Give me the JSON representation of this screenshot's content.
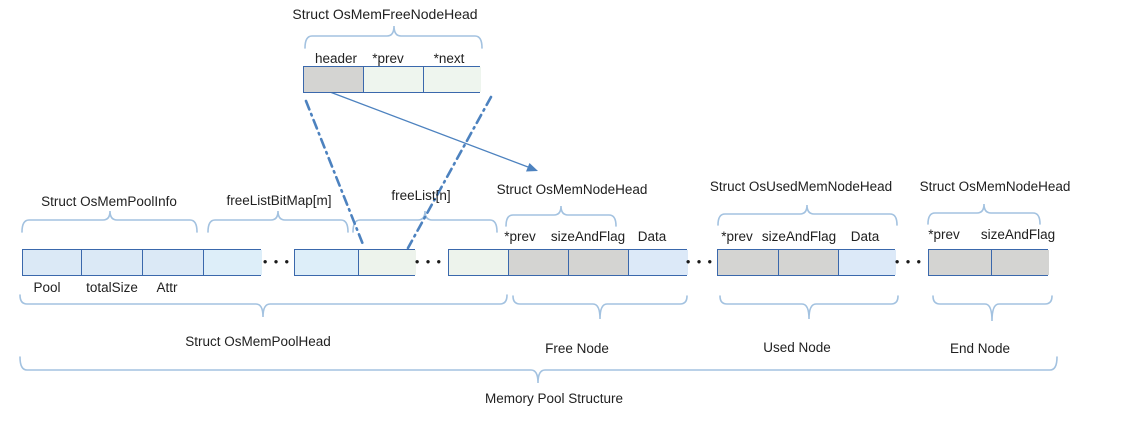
{
  "top_struct": {
    "title": "Struct OsMemFreeNodeHead",
    "fields": [
      "header",
      "*prev",
      "*next"
    ]
  },
  "pool_info": {
    "title": "Struct OsMemPoolInfo",
    "fields": [
      "Pool",
      "totalSize",
      "Attr"
    ]
  },
  "bitmap_label": "freeListBitMap[m]",
  "freelist_label": "freeList[n]",
  "free_node": {
    "title": "Struct OsMemNodeHead",
    "fields": [
      "*prev",
      "sizeAndFlag",
      "Data"
    ],
    "caption": "Free Node"
  },
  "used_node": {
    "title": "Struct OsUsedMemNodeHead",
    "fields": [
      "*prev",
      "sizeAndFlag",
      "Data"
    ],
    "caption": "Used Node"
  },
  "end_node": {
    "title": "Struct OsMemNodeHead",
    "fields": [
      "*prev",
      "sizeAndFlag"
    ],
    "caption": "End Node"
  },
  "pool_head_caption": "Struct OsMemPoolHead",
  "bottom_caption": "Memory Pool Structure",
  "ellipsis": "●●●",
  "colors": {
    "cell_border": "#3a68ac",
    "cell_blue": "#dbe9f6",
    "cell_green": "#edf3ec",
    "cell_gray": "#d4d4d2",
    "brace": "#a3c2e0",
    "connector": "#4d82bf",
    "text": "#212121"
  }
}
